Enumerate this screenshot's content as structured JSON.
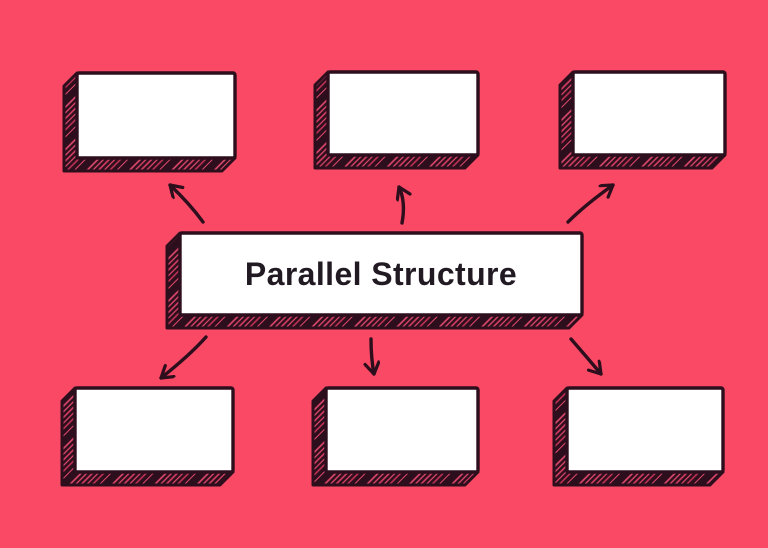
{
  "diagram": {
    "type": "concept-map",
    "title": "Parallel Structure",
    "center_node": {
      "label": "Parallel Structure"
    },
    "branch_nodes": [
      {
        "position": "top-left",
        "label": ""
      },
      {
        "position": "top-center",
        "label": ""
      },
      {
        "position": "top-right",
        "label": ""
      },
      {
        "position": "bottom-left",
        "label": ""
      },
      {
        "position": "bottom-center",
        "label": ""
      },
      {
        "position": "bottom-right",
        "label": ""
      }
    ],
    "arrows": [
      {
        "from": "center",
        "to": "top-left"
      },
      {
        "from": "center",
        "to": "top-center"
      },
      {
        "from": "center",
        "to": "top-right"
      },
      {
        "from": "center",
        "to": "bottom-left"
      },
      {
        "from": "center",
        "to": "bottom-center"
      },
      {
        "from": "center",
        "to": "bottom-right"
      }
    ],
    "style": "hand-drawn 3d sketch boxes with hatched shadow sides"
  },
  "colors": {
    "background": "#FA4965",
    "node_fill": "#FFFFFF",
    "outline": "#2D0E1D",
    "hatch_line": "#E34A6E",
    "text": "#221A22"
  }
}
